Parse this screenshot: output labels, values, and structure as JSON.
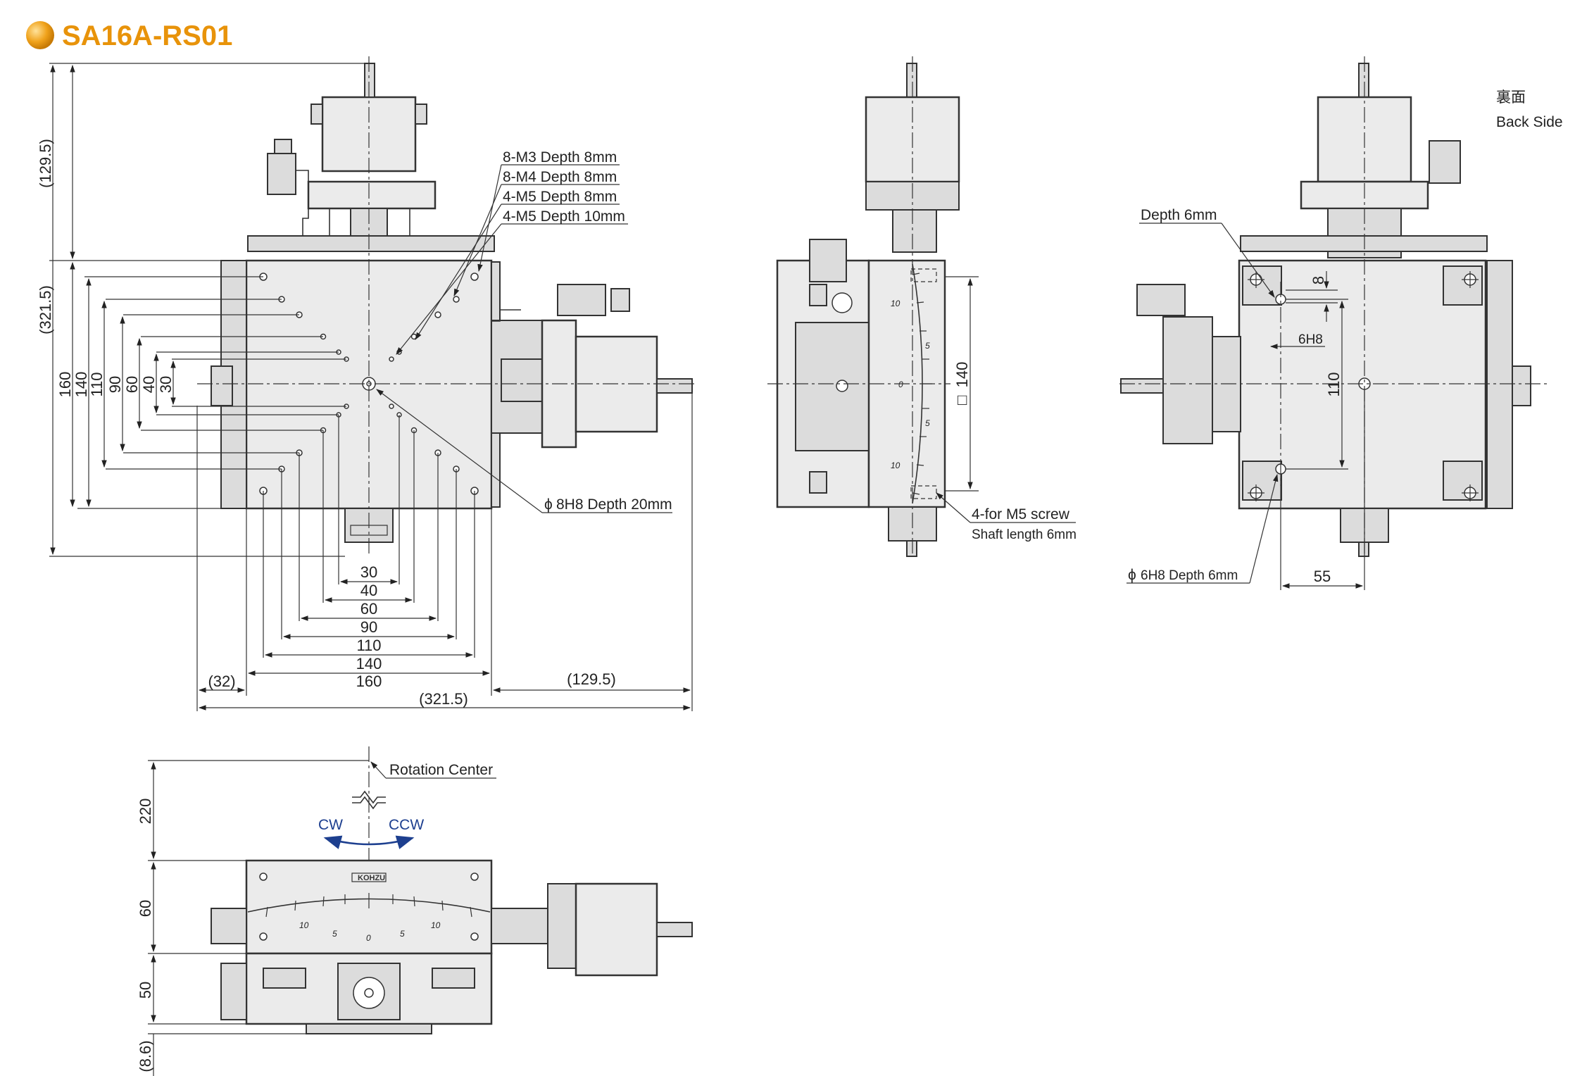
{
  "title": "SA16A-RS01",
  "colors": {
    "accent": "#e8930a",
    "arrow_blue": "#1d3f8f",
    "line": "#333333",
    "body_fill": "#ebebeb"
  },
  "front_view": {
    "callouts": [
      "8-M3 Depth 8mm",
      "8-M4 Depth 8mm",
      "4-M5 Depth 8mm",
      "4-M5 Depth 10mm"
    ],
    "center_hole": "8H8 Depth 20mm",
    "phi_symbol": "ϕ",
    "left_dims": [
      "(129.5)",
      "(321.5)",
      "160",
      "140",
      "110",
      "90",
      "60",
      "40",
      "30"
    ],
    "bottom_dims": [
      "30",
      "40",
      "60",
      "90",
      "110",
      "140",
      "160",
      "(32)",
      "(129.5)",
      "(321.5)"
    ]
  },
  "side_view": {
    "dim_140": "140",
    "square_symbol": "□",
    "screw_note": "4-for M5 screw",
    "shaft_note": "Shaft length 6mm"
  },
  "back_view": {
    "title_jp": "裏面",
    "title_en": "Back Side",
    "depth_note": "Depth 6mm",
    "dim_8": "8",
    "dim_6h8": "6H8",
    "dim_110": "110",
    "dim_55": "55",
    "hole_note": "6H8 Depth 6mm"
  },
  "bottom_view": {
    "rotation_center": "Rotation Center",
    "cw": "CW",
    "ccw": "CCW",
    "brand": "KOHZU",
    "dims": [
      "220",
      "60",
      "50",
      "(8.6)"
    ],
    "scale_labels": [
      "10",
      "5",
      "0",
      "5",
      "10"
    ]
  }
}
